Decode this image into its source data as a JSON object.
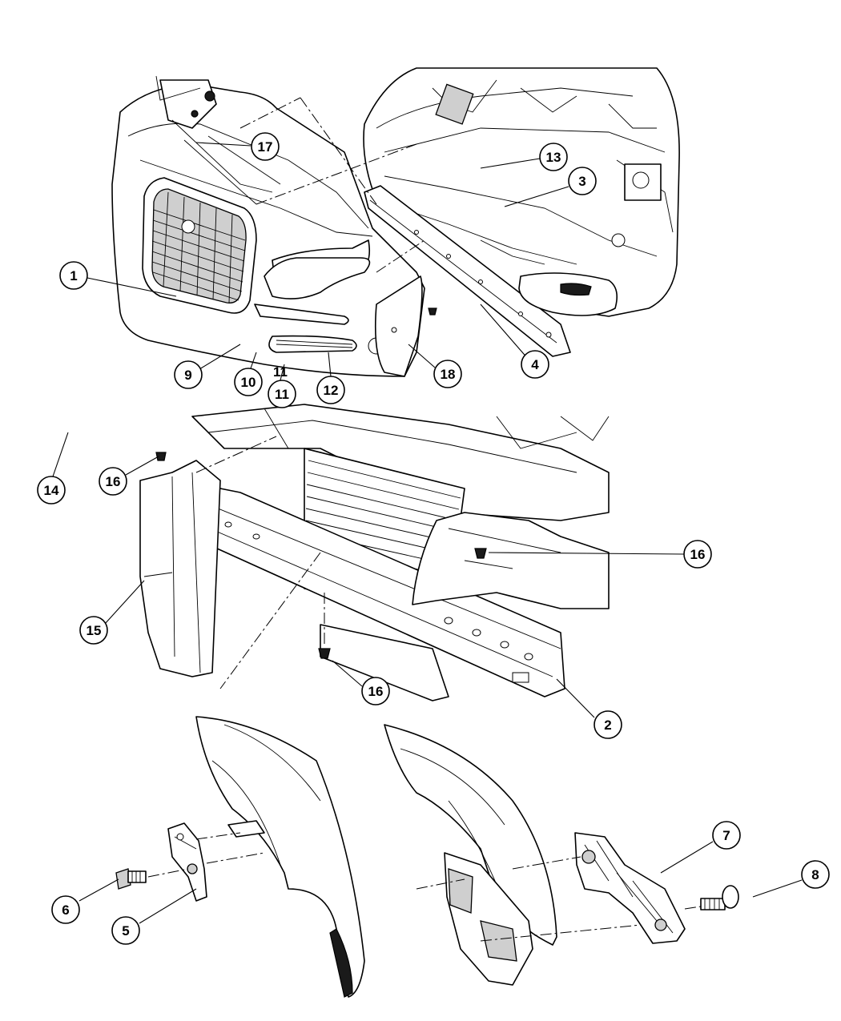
{
  "callouts": {
    "c1": "1",
    "c2": "2",
    "c3": "3",
    "c4": "4",
    "c5": "5",
    "c6": "6",
    "c7": "7",
    "c8": "8",
    "c9": "9",
    "c10": "10",
    "c11_upper": "11",
    "c11_lower": "11",
    "c12": "12",
    "c13": "13",
    "c14": "14",
    "c15": "15",
    "c16_left": "16",
    "c16_right": "16",
    "c16_bottom": "16",
    "c17": "17",
    "c18": "18"
  },
  "colors": {
    "line": "#000000",
    "background": "#ffffff",
    "shading": "#cfcfcf"
  }
}
